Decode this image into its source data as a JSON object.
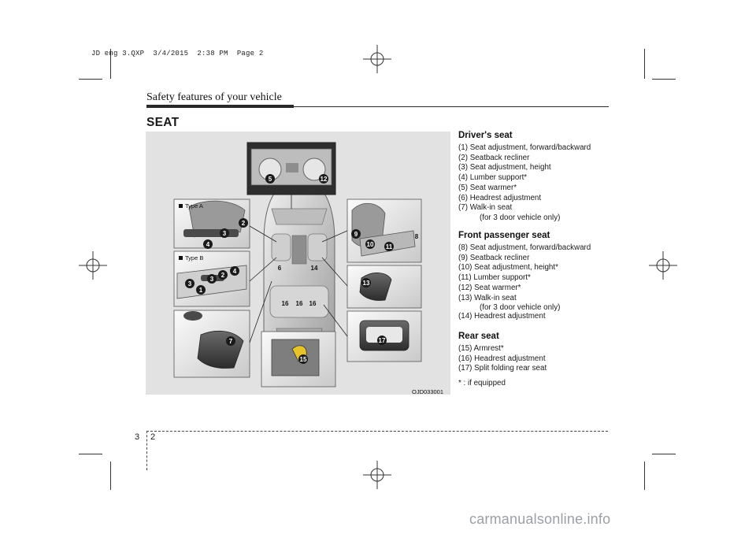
{
  "slug": "JD eng 3.QXP  3/4/2015  2:38 PM  Page 2",
  "header": {
    "section_title": "Safety features of your vehicle"
  },
  "section_heading": "SEAT",
  "figure": {
    "code": "OJD033001",
    "type_a_label": "Type A",
    "type_b_label": "Type B",
    "callouts": [
      "1",
      "2",
      "3",
      "4",
      "5",
      "6",
      "7",
      "8",
      "9",
      "10",
      "11",
      "12",
      "13",
      "14",
      "15",
      "16",
      "17"
    ]
  },
  "drivers_seat": {
    "title": "Driver's seat",
    "items": [
      "(1) Seat adjustment, forward/backward",
      "(2) Seatback recliner",
      "(3) Seat adjustment, height",
      "(4) Lumber support*",
      "(5) Seat warmer*",
      "(6) Headrest adjustment",
      "(7) Walk-in seat"
    ],
    "item7_sub": "(for 3 door vehicle only)"
  },
  "front_passenger_seat": {
    "title": "Front passenger seat",
    "items": [
      "(8) Seat adjustment, forward/backward",
      "(9) Seatback recliner",
      "(10) Seat adjustment, height*",
      "(11) Lumber support*",
      "(12) Seat warmer*",
      "(13) Walk-in seat"
    ],
    "item13_sub": "(for 3 door vehicle only)",
    "item14": "(14) Headrest adjustment"
  },
  "rear_seat": {
    "title": "Rear seat",
    "items": [
      "(15) Armrest*",
      "(16) Headrest adjustment",
      "(17) Split folding rear seat"
    ]
  },
  "footnote": "* : if equipped",
  "footer": {
    "section_number": "3",
    "page_number": "2"
  },
  "watermark": "carmanualsonline.info"
}
